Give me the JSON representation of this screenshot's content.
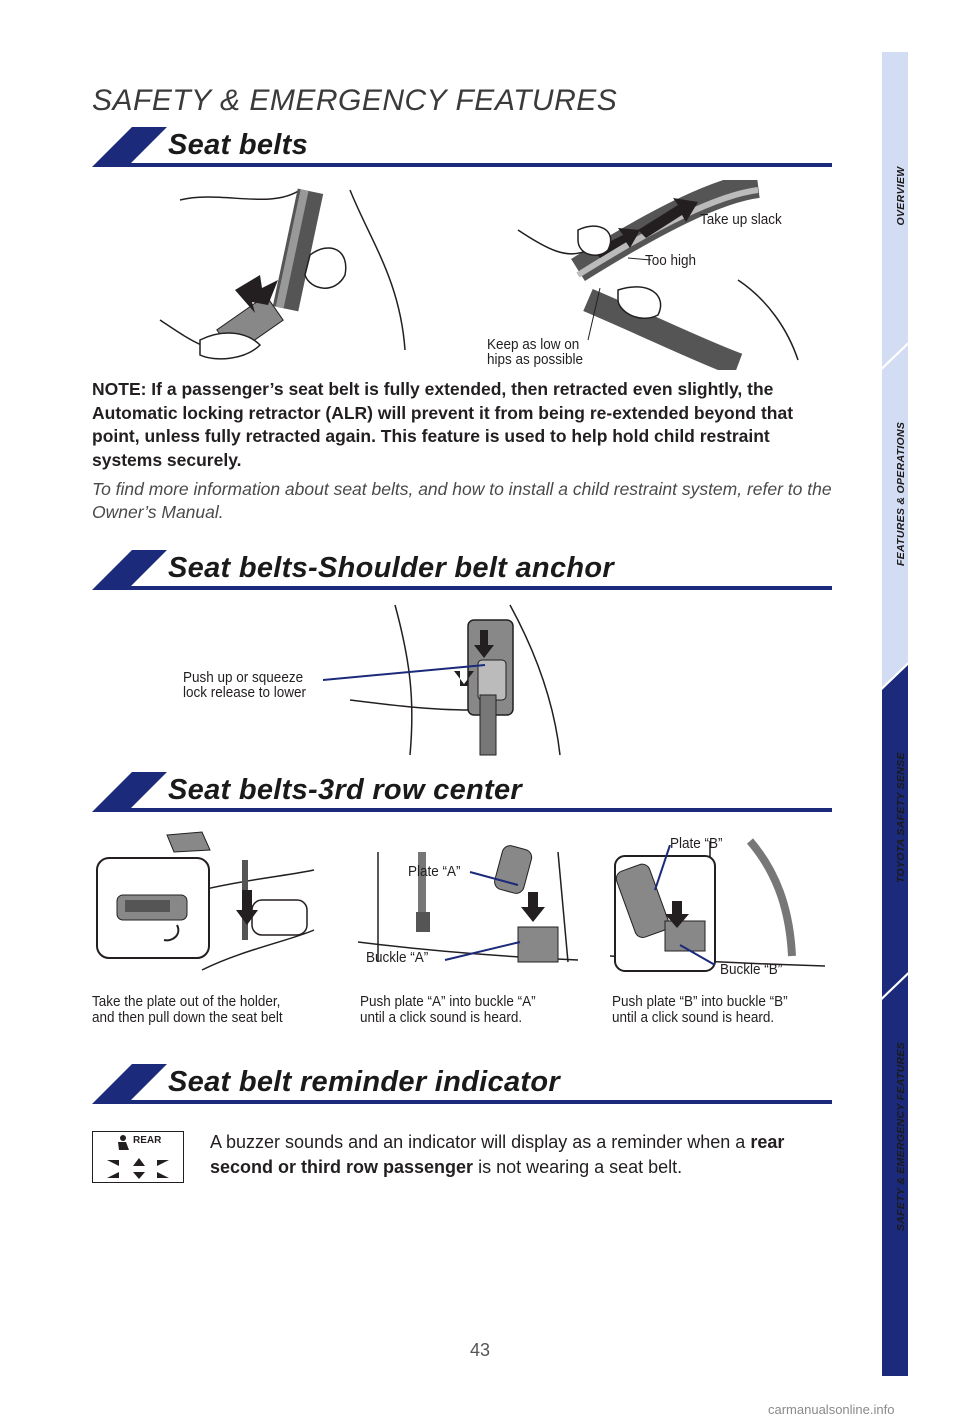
{
  "header": {
    "title": "SAFETY & EMERGENCY FEATURES"
  },
  "sections": {
    "seat_belts": {
      "title": "Seat belts"
    },
    "shoulder_anchor": {
      "title": "Seat belts-Shoulder belt anchor"
    },
    "third_row": {
      "title": "Seat belts-3rd row center"
    },
    "reminder": {
      "title": "Seat belt reminder indicator"
    }
  },
  "seat_belts": {
    "callout_take_up_slack": "Take up slack",
    "callout_too_high": "Too high",
    "callout_keep_low": "Keep as low on\nhips as possible",
    "note": "NOTE: If a passenger’s seat belt is fully extended, then retracted even slightly, the Automatic locking retractor (ALR) will prevent it from being re-extended beyond that point, unless fully retracted again. This feature is used to help hold child restraint systems securely.",
    "more_info": "To find more information about seat belts, and how to install a child restraint system, refer to the Owner’s Manual."
  },
  "shoulder_anchor": {
    "callout": "Push up or squeeze\nlock release to lower"
  },
  "third_row": {
    "plate_a": "Plate “A”",
    "buckle_a": "Buckle “A”",
    "plate_b": "Plate “B”",
    "buckle_b": "Buckle “B”",
    "caption_1": "Take the plate out of the holder,\nand then pull down the seat belt",
    "caption_2": "Push plate “A” into buckle “A”\nuntil a click sound is heard.",
    "caption_3": "Push plate “B” into buckle “B”\nuntil a click sound is heard."
  },
  "reminder": {
    "indicator_label": "REAR",
    "text_before": "A buzzer sounds and an indicator will display as a reminder when a ",
    "text_bold": "rear second or third row passenger",
    "text_after": " is not wearing a seat belt."
  },
  "footer": {
    "page_number": "43",
    "watermark": "carmanualsonline.info"
  },
  "sidebar": {
    "tabs": [
      {
        "label": "OVERVIEW",
        "active": false
      },
      {
        "label": "FEATURES & OPERATIONS",
        "active": false
      },
      {
        "label": "TOYOTA SAFETY SENSE",
        "active": false
      },
      {
        "label": "SAFETY & EMERGENCY FEATURES",
        "active": true
      }
    ]
  },
  "colors": {
    "accent": "#1b2a7a",
    "tab_inactive": "#d2dcf2",
    "text": "#231f20"
  }
}
